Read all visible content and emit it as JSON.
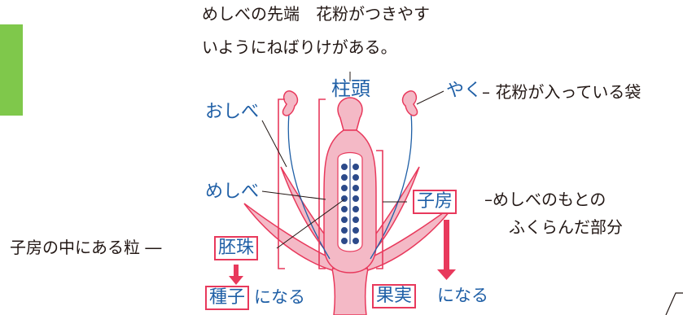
{
  "colors": {
    "accent_pink": "#e8395c",
    "flower_pink": "#f4b9c6",
    "label_blue": "#1f5fa6",
    "sidebar_green": "#7fc84b",
    "ovule_navy": "#2c4a8a"
  },
  "top_note": {
    "line1": "めしべの先端　花粉がつきやす",
    "line2": "いようにねばりけがある。"
  },
  "labels": {
    "stigma": "柱頭",
    "anther": "やく",
    "anther_desc": "– 花粉が入っている袋",
    "stamen": "おしべ",
    "pistil": "めしべ",
    "ovary": "子房",
    "ovary_desc_line1": "–めしべのもとの",
    "ovary_desc_line2": "ふくらんだ部分",
    "ovule": "胚珠",
    "ovule_desc": "子房の中にある粒 ―",
    "seed": "種子",
    "seed_suffix": "になる",
    "fruit": "果実",
    "fruit_suffix": "になる"
  }
}
